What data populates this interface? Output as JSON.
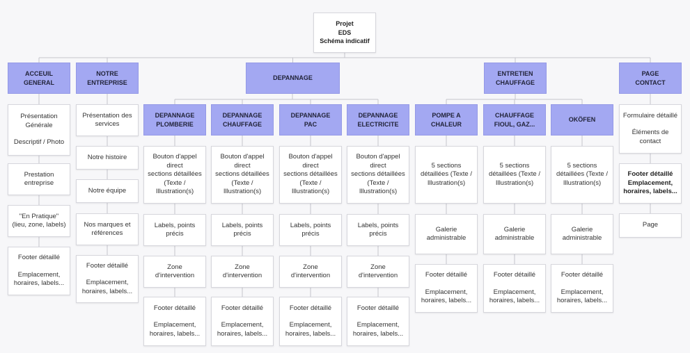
{
  "root": {
    "lines": [
      "Projet",
      "EDS",
      "Schéma indicatif"
    ]
  },
  "l1": {
    "acceuil": {
      "header": [
        "ACCEUIL",
        "GENERAL"
      ]
    },
    "notre": {
      "header": [
        "NOTRE",
        "ENTREPRISE"
      ]
    },
    "depannage": {
      "header": [
        "DEPANNAGE"
      ]
    },
    "entretien": {
      "header": [
        "ENTRETIEN",
        "CHAUFFAGE"
      ]
    },
    "contact": {
      "header": [
        "PAGE",
        "CONTACT"
      ]
    }
  },
  "acceuil_items": [
    {
      "lines": [
        "Présentation",
        "Générale",
        "",
        "Descriptif / Photo"
      ]
    },
    {
      "lines": [
        "Prestation",
        "entreprise"
      ]
    },
    {
      "lines": [
        "\"En Pratique\"",
        "(lieu, zone, labels)"
      ]
    },
    {
      "lines": [
        "Footer détaillé",
        "",
        "Emplacement,",
        "horaires, labels..."
      ]
    }
  ],
  "notre_items": [
    {
      "lines": [
        "Présentation des",
        "services"
      ]
    },
    {
      "lines": [
        "Notre histoire"
      ]
    },
    {
      "lines": [
        "Notre équipe"
      ]
    },
    {
      "lines": [
        "Nos marques et",
        "références"
      ]
    },
    {
      "lines": [
        "Footer détaillé",
        "",
        "Emplacement,",
        "horaires, labels..."
      ]
    }
  ],
  "dep_subs": [
    {
      "header": [
        "DEPANNAGE",
        "PLOMBERIE"
      ]
    },
    {
      "header": [
        "DEPANNAGE",
        "CHAUFFAGE"
      ]
    },
    {
      "header": [
        "DEPANNAGE",
        "PAC"
      ]
    },
    {
      "header": [
        "DEPANNAGE",
        "ELECTRICITE"
      ]
    }
  ],
  "dep_items": [
    {
      "lines": [
        "Bouton d'appel",
        "direct",
        "sections détaillées",
        "(Texte /",
        "Illustration(s)"
      ]
    },
    {
      "lines": [
        "Labels, points",
        "précis"
      ]
    },
    {
      "lines": [
        "Zone",
        "d'intervention"
      ]
    },
    {
      "lines": [
        "Footer détaillé",
        "",
        "Emplacement,",
        "horaires, labels..."
      ]
    }
  ],
  "ent_subs": [
    {
      "header": [
        "POMPE A",
        "CHALEUR"
      ]
    },
    {
      "header": [
        "CHAUFFAGE",
        "FIOUL, GAZ..."
      ]
    },
    {
      "header": [
        "OKÖFEN"
      ]
    }
  ],
  "ent_items": [
    {
      "lines": [
        "5 sections",
        "détaillées (Texte /",
        "Illustration(s)"
      ]
    },
    {
      "lines": [
        "Galerie",
        "administrable"
      ]
    },
    {
      "lines": [
        "Footer détaillé",
        "",
        "Emplacement,",
        "horaires, labels..."
      ]
    }
  ],
  "contact_items": [
    {
      "lines": [
        "Formulaire détaillé",
        "",
        "Éléments de",
        "contact"
      ]
    },
    {
      "lines": [
        "Footer détaillé",
        "Emplacement,",
        "horaires, labels..."
      ]
    },
    {
      "lines": [
        "Page"
      ]
    }
  ],
  "colors": {
    "header_fill": "#a3a8f2",
    "node_fill": "#ffffff",
    "connector": "#c4c4cc"
  }
}
